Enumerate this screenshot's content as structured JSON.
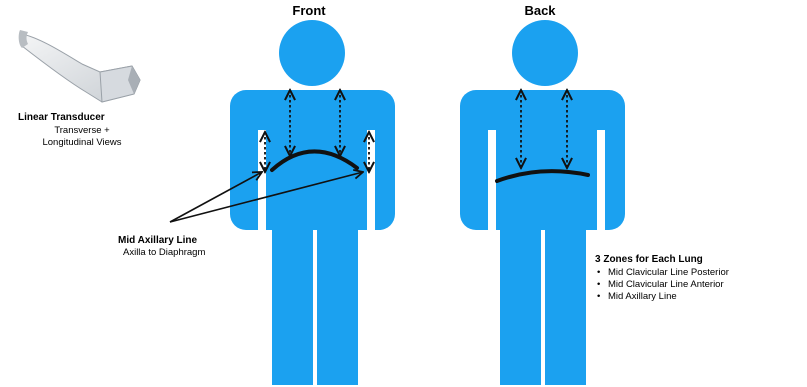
{
  "titles": {
    "front": "Front",
    "back": "Back"
  },
  "transducer": {
    "icon": "linear-transducer-probe",
    "title": "Linear Transducer",
    "line1": "Transverse +",
    "line2": "Longitudinal Views"
  },
  "axillary": {
    "title": "Mid Axillary Line",
    "subtitle": "Axilla to Diaphragm"
  },
  "zones": {
    "title": "3 Zones for Each Lung",
    "items": [
      "Mid Clavicular Line Posterior",
      "Mid Clavicular Line Anterior",
      "Mid Axillary Line"
    ]
  },
  "colors": {
    "body": "#1ba1f0",
    "line": "#111111",
    "probe_body": "#e8eaec",
    "probe_tip": "#b9bec4"
  }
}
